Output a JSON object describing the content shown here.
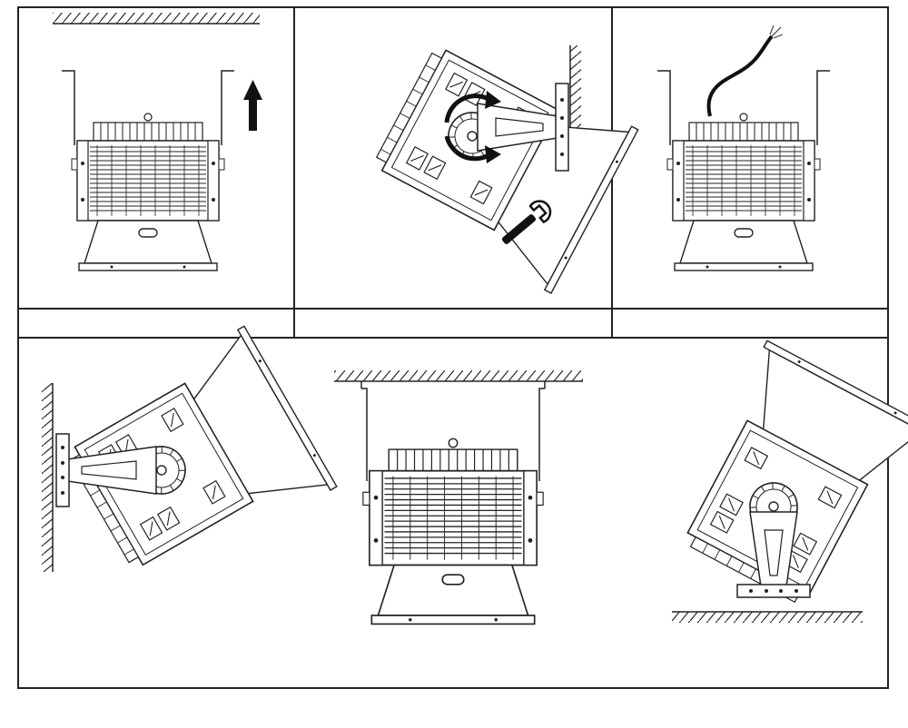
{
  "diagram": {
    "panels": [
      {
        "id": "p1",
        "caption": "",
        "scene": "ceiling-mount-lift",
        "icons": [
          "upward-arrow-icon"
        ]
      },
      {
        "id": "p2",
        "caption": "",
        "scene": "wall-mount-adjust",
        "icons": [
          "rotate-arrows-icon",
          "wrench-icon"
        ]
      },
      {
        "id": "p3",
        "caption": "",
        "scene": "wire-connection",
        "icons": [
          "power-cable-icon"
        ]
      },
      {
        "id": "p4",
        "caption": "",
        "scene": "wall-mount-angled-left"
      },
      {
        "id": "p5",
        "caption": "",
        "scene": "ceiling-mount-hanging"
      },
      {
        "id": "p6",
        "caption": "",
        "scene": "floor-mount-angled"
      }
    ]
  },
  "colors": {
    "line": "#1a1a1a",
    "fill": "#ffffff",
    "accent": "#000000"
  }
}
